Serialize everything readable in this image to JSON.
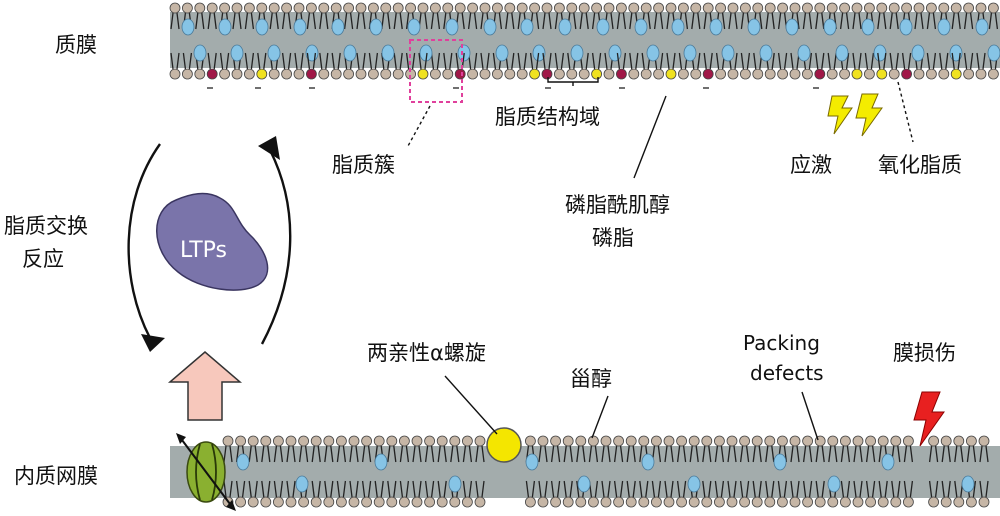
{
  "labels": {
    "plasma_membrane": "质膜",
    "er_membrane": "内质网膜",
    "lipid_exchange_line1": "脂质交换",
    "lipid_exchange_line2": "反应",
    "ltps": "LTPs",
    "lipid_cluster": "脂质簇",
    "lipid_domain": "脂质结构域",
    "pi_line1": "磷脂酰肌醇",
    "pi_line2": "磷脂",
    "stress": "应激",
    "oxidized_lipid": "氧化脂质",
    "amphipathic_helix": "两亲性α螺旋",
    "sterol": "甾醇",
    "packing_line1": "Packing",
    "packing_line2": "defects",
    "membrane_damage": "膜损伤"
  },
  "colors": {
    "membrane_band": "#a3acac",
    "lipid_head": "#c6b6a6",
    "cholesterol": "#86c4e6",
    "pi_lipid": "#a01848",
    "anionic_lipid": "#f0e220",
    "ltp_fill": "#7a74aa",
    "transfer_arrow": "#f7c8bc",
    "er_protein": "#8ab030",
    "helix": "#f4e600",
    "lightning": "#f4ec00",
    "damage_lightning": "#e82020",
    "cluster_box": "#e0409c"
  }
}
